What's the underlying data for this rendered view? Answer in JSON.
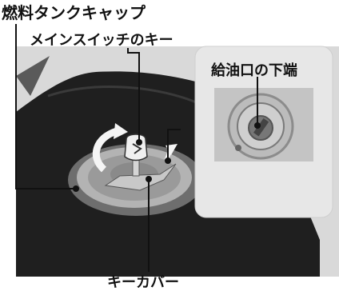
{
  "callouts": {
    "fuel_tank_cap": "燃料タンクキャップ",
    "main_switch_key": "メインスイッチのキー",
    "filler_neck_bottom": "給油口の下端",
    "key_cover": "キーカバー"
  },
  "colors": {
    "photo_background": "#d9d9d9",
    "tank_dark": "#1f1f1f",
    "cap_gray": "#a8a8a8",
    "inset_background": "#e7e7e7",
    "leader_line": "#111111"
  }
}
